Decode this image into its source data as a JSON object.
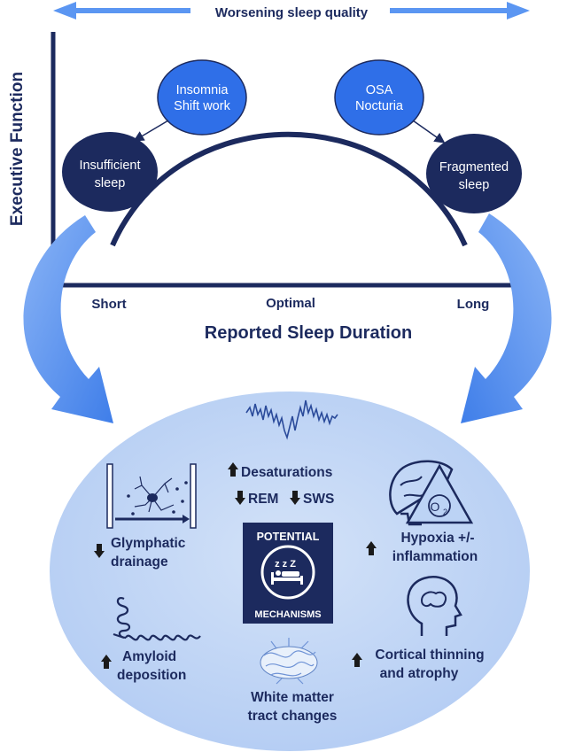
{
  "header": {
    "quality_label": "Worsening sleep quality"
  },
  "axes": {
    "y_label": "Executive Function",
    "x_label": "Reported Sleep Duration",
    "x_ticks": [
      "Short",
      "Optimal",
      "Long"
    ]
  },
  "causes": {
    "left_cause": [
      "Insomnia",
      "Shift work"
    ],
    "left_outcome": [
      "Insufficient",
      "sleep"
    ],
    "right_cause": [
      "OSA",
      "Nocturia"
    ],
    "right_outcome": [
      "Fragmented",
      "sleep"
    ]
  },
  "mechanisms": {
    "center": [
      "POTENTIAL",
      "MECHANISMS"
    ],
    "desaturations": "Desaturations",
    "rem": "REM",
    "sws": "SWS",
    "glymphatic": [
      "Glymphatic",
      "drainage"
    ],
    "hypoxia": [
      "Hypoxia +/-",
      "inflammation"
    ],
    "amyloid": [
      "Amyloid",
      "deposition"
    ],
    "cortical": [
      "Cortical thinning",
      "and atrophy"
    ],
    "white_matter": [
      "White matter",
      "tract changes"
    ],
    "o2_label": "O",
    "o2_sub": "2",
    "zzz": "z z Z"
  },
  "colors": {
    "navy": "#1c2a5e",
    "light_blue": "#2f6fe8",
    "ellipse_fill": "#bcd3f5",
    "arrow_blue": "#4f8ef0"
  }
}
